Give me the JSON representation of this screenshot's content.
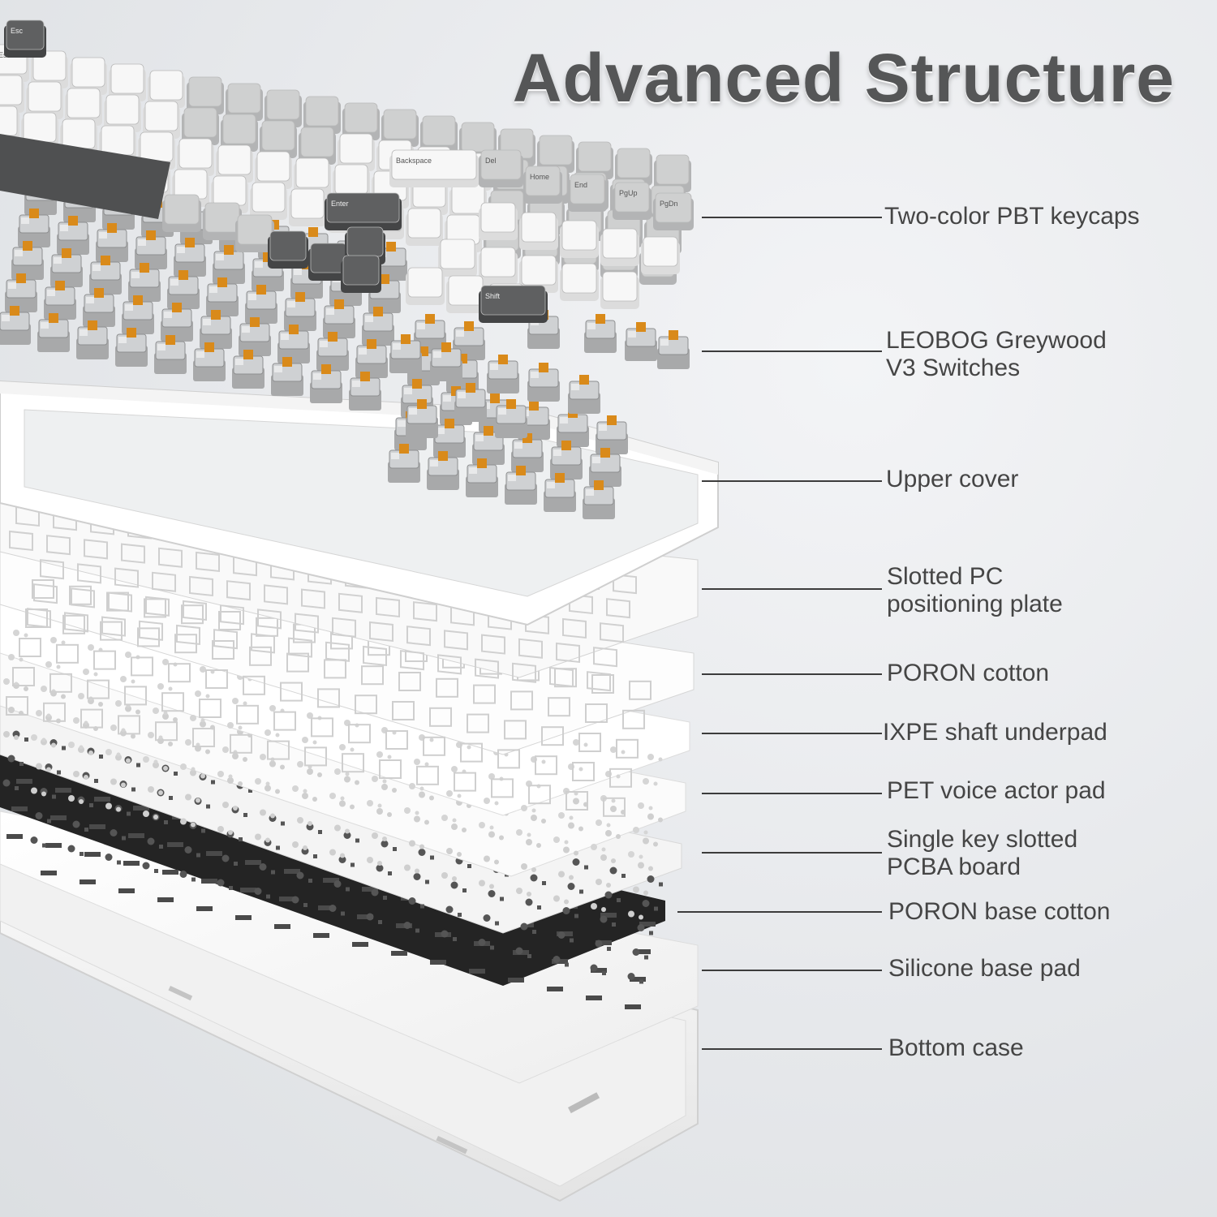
{
  "title": "Advanced Structure",
  "layers": [
    {
      "id": "keycaps",
      "lines": [
        "Two-color PBT keycaps"
      ]
    },
    {
      "id": "switches",
      "lines": [
        "LEOBOG Greywood",
        "V3 Switches"
      ]
    },
    {
      "id": "upper-cover",
      "lines": [
        "Upper cover"
      ]
    },
    {
      "id": "plate",
      "lines": [
        "Slotted PC",
        "positioning plate"
      ]
    },
    {
      "id": "poron-cotton",
      "lines": [
        "PORON cotton"
      ]
    },
    {
      "id": "ixpe",
      "lines": [
        "IXPE shaft underpad"
      ]
    },
    {
      "id": "pet",
      "lines": [
        "PET voice actor pad"
      ]
    },
    {
      "id": "pcba",
      "lines": [
        "Single key slotted",
        "PCBA board"
      ]
    },
    {
      "id": "poron-base",
      "lines": [
        "PORON base cotton"
      ]
    },
    {
      "id": "silicone",
      "lines": [
        "Silicone base pad"
      ]
    },
    {
      "id": "bottom-case",
      "lines": [
        "Bottom case"
      ]
    }
  ],
  "colors": {
    "keycap_white": "#f7f7f7",
    "keycap_grey": "#cfd0d0",
    "keycap_dark": "#5f6061",
    "switch_stem": "#d98a1a",
    "foam_black": "#222222",
    "label_text": "#454545",
    "title_text": "#555657"
  },
  "key_legends": [
    "Esc",
    "Backspace",
    "Enter",
    "Home",
    "End",
    "PgUp",
    "PgDn",
    "Del",
    "Shift"
  ]
}
